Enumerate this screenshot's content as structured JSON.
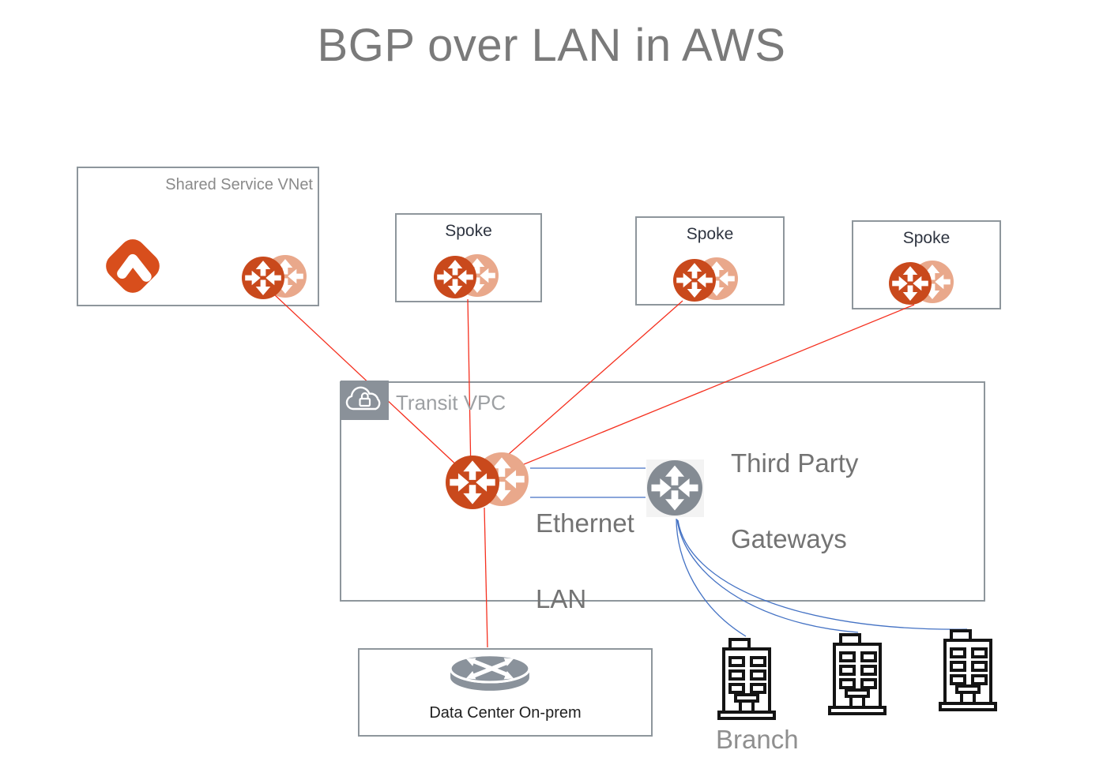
{
  "title": "BGP over LAN in AWS",
  "shared_service": {
    "label": "Shared Service VNet"
  },
  "spokes": [
    {
      "label": "Spoke"
    },
    {
      "label": "Spoke"
    },
    {
      "label": "Spoke"
    }
  ],
  "transit": {
    "label": "Transit VPC",
    "ethernet_line1": "Ethernet",
    "ethernet_line2": "LAN",
    "third_party_line1": "Third Party",
    "third_party_line2": "Gateways"
  },
  "datacenter": {
    "label": "Data Center On-prem"
  },
  "branch": {
    "label": "Branch",
    "building_count": 3
  },
  "icons": {
    "shared_service_logo": "aviatrix-logo-icon",
    "vnet_router": "router-icon",
    "vnet_router_shadow": "router-shadow-icon",
    "transit_badge": "cloud-lock-icon",
    "third_party_gateway": "gateway-router-icon",
    "datacenter_router": "router-disk-icon",
    "branch_building": "building-icon"
  },
  "colors": {
    "router_orange": "#C9491C",
    "router_orange_light": "#E9A88B",
    "logo_orange": "#D84E1C",
    "gateway_gray": "#848B93",
    "disk_gray": "#8A929B",
    "box_border": "#8E969C",
    "red_link": "#F5301F",
    "blue_link": "#4472C4",
    "title_gray": "#7A7A7A"
  }
}
